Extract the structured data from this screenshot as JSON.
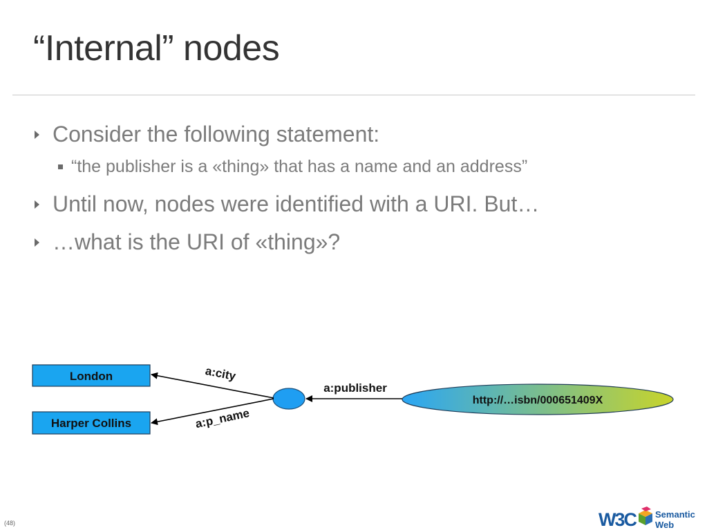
{
  "slide": {
    "title": "“Internal” nodes",
    "bullets": [
      {
        "text": "Consider the following statement:"
      },
      {
        "text": "“the publisher is a «thing» that has a name and an address”"
      },
      {
        "text": "Until now, nodes were identified with a URI. But…"
      },
      {
        "text": "…what is the URI of «thing»?"
      }
    ],
    "page_number": "(48)"
  },
  "diagram": {
    "nodes": {
      "london": "London",
      "harper": "Harper Collins",
      "book": "http://…isbn/000651409X"
    },
    "edges": {
      "city": "a:city",
      "p_name": "a:p_name",
      "publisher": "a:publisher"
    }
  },
  "logo": {
    "w3c": "W3C",
    "line1": "Semantic",
    "line2": "Web"
  },
  "colors": {
    "node_blue": "#1aa5f0",
    "blank_node": "#1f9ef2",
    "book_gradient_start": "#2aa6f5",
    "book_gradient_end": "#c8d42a"
  }
}
